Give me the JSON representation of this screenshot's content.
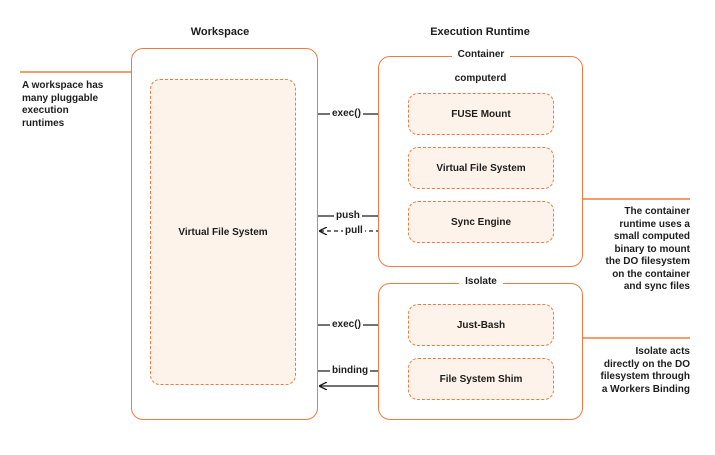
{
  "headings": {
    "workspace": "Workspace",
    "runtime": "Execution Runtime"
  },
  "workspace": {
    "inner_label": "Virtual File System"
  },
  "container": {
    "title": "Container",
    "sublabel": "computerd",
    "boxes": [
      "FUSE Mount",
      "Virtual File System",
      "Sync Engine"
    ]
  },
  "isolate": {
    "title": "Isolate",
    "boxes": [
      "Just-Bash",
      "File System Shim"
    ]
  },
  "arrows": {
    "exec1": "exec()",
    "push": "push",
    "pull": "pull",
    "exec2": "exec()",
    "binding": "binding"
  },
  "notes": {
    "left": [
      "A workspace has",
      "many pluggable",
      "execution",
      "runtimes"
    ],
    "container": [
      "The container",
      "runtime uses a",
      "small computed",
      "binary to mount",
      "the DO filesystem",
      "on the container",
      "and sync files"
    ],
    "isolate": [
      "Isolate acts",
      "directly on the DO",
      "filesystem through",
      "a Workers Binding"
    ]
  },
  "colors": {
    "accent": "#f07b3f",
    "fill": "#fdf3ea",
    "text": "#1d1d1d"
  }
}
